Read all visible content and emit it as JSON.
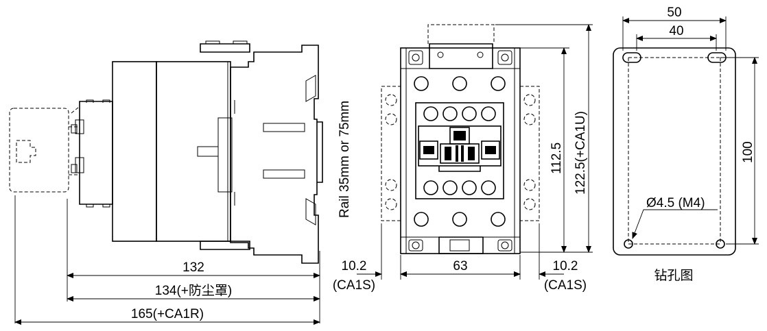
{
  "dimensions": {
    "side_width": "132",
    "side_width_dust": "134(+防尘罩)",
    "side_width_ca1r": "165(+CA1R)",
    "rail": "Rail 35mm or 75mm",
    "front_width": "63",
    "left_accessory": "10.2",
    "left_accessory_name": "(CA1S)",
    "right_accessory": "10.2",
    "right_accessory_name": "(CA1S)",
    "front_height": "112.5",
    "front_height_ca1u": "122.5(+CA1U)",
    "hole_spacing_outer": "50",
    "hole_spacing_inner": "40",
    "hole_spacing_vertical": "100",
    "hole_diameter": "Ø4.5 (M4)"
  },
  "drill_caption": "钻孔图",
  "colors": {
    "line": "#000000",
    "background": "#ffffff"
  }
}
